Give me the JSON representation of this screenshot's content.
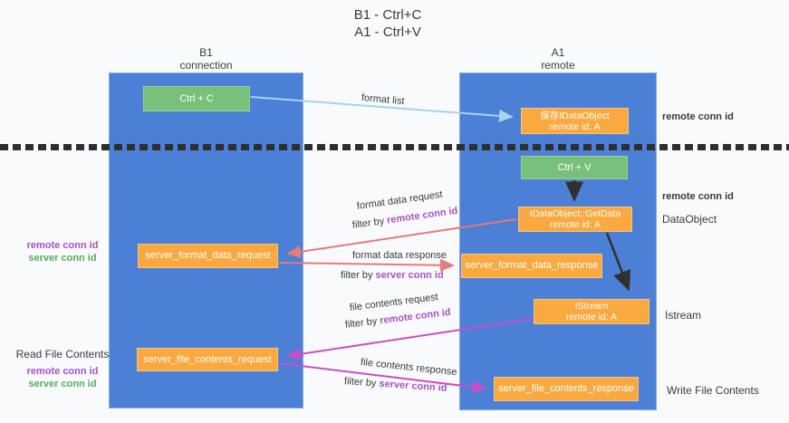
{
  "title": {
    "line1": "B1 - Ctrl+C",
    "line2": "A1 - Ctrl+V"
  },
  "columns": {
    "left": {
      "name": "B1",
      "role": "connection"
    },
    "right": {
      "name": "A1",
      "role": "remote"
    }
  },
  "nodes": {
    "ctrl_c": "Ctrl + C",
    "ctrl_v": "Ctrl + V",
    "save_dataobject": {
      "line1": "保存IDataObject",
      "line2": "remote id: A"
    },
    "getdata": {
      "line1": "IDataObject::GetData",
      "line2": "remote id: A"
    },
    "istream": {
      "line1": "IStream",
      "line2": "remote id: A"
    },
    "format_request_box": "server_format_data_request",
    "format_response_box": "server_format_data_response",
    "file_request_box": "server_file_contents_request",
    "file_response_box": "server_file_contents_response"
  },
  "edge_labels": {
    "format_list": "format list",
    "format_request": {
      "title": "format data request",
      "filter_prefix": "filter by ",
      "filter_key": "remote conn id"
    },
    "format_response": {
      "title": "format data response",
      "filter_prefix": "filter by ",
      "filter_key": "server conn id"
    },
    "file_request": {
      "title": "file contents request",
      "filter_prefix": "filter by ",
      "filter_key": "remote conn id"
    },
    "file_response": {
      "title": "file contents response",
      "filter_prefix": "filter by ",
      "filter_key": "server conn id"
    }
  },
  "side_labels": {
    "right_remote_conn_top": "remote conn id",
    "right_remote_conn_mid": "remote conn id",
    "right_dataobject": "DataObject",
    "right_istream": "Istream",
    "right_write_file": "Write File Contents",
    "left_remote_conn_1": "remote conn id",
    "left_server_conn_1": "server conn id",
    "left_read_file": "Read File Contents",
    "left_remote_conn_2": "remote conn id",
    "left_server_conn_2": "server conn id"
  },
  "colors": {
    "column_blue": "#4c80d6",
    "box_orange": "#f9a93f",
    "box_green": "#79c07a",
    "arrow_light_blue": "#a8d2f0",
    "arrow_black": "#303030",
    "arrow_red": "#e87a7a",
    "arrow_magenta": "#cb4ec8",
    "label_purple": "#a751c8",
    "label_green": "#56ad5c",
    "background": "#f9fafb"
  }
}
